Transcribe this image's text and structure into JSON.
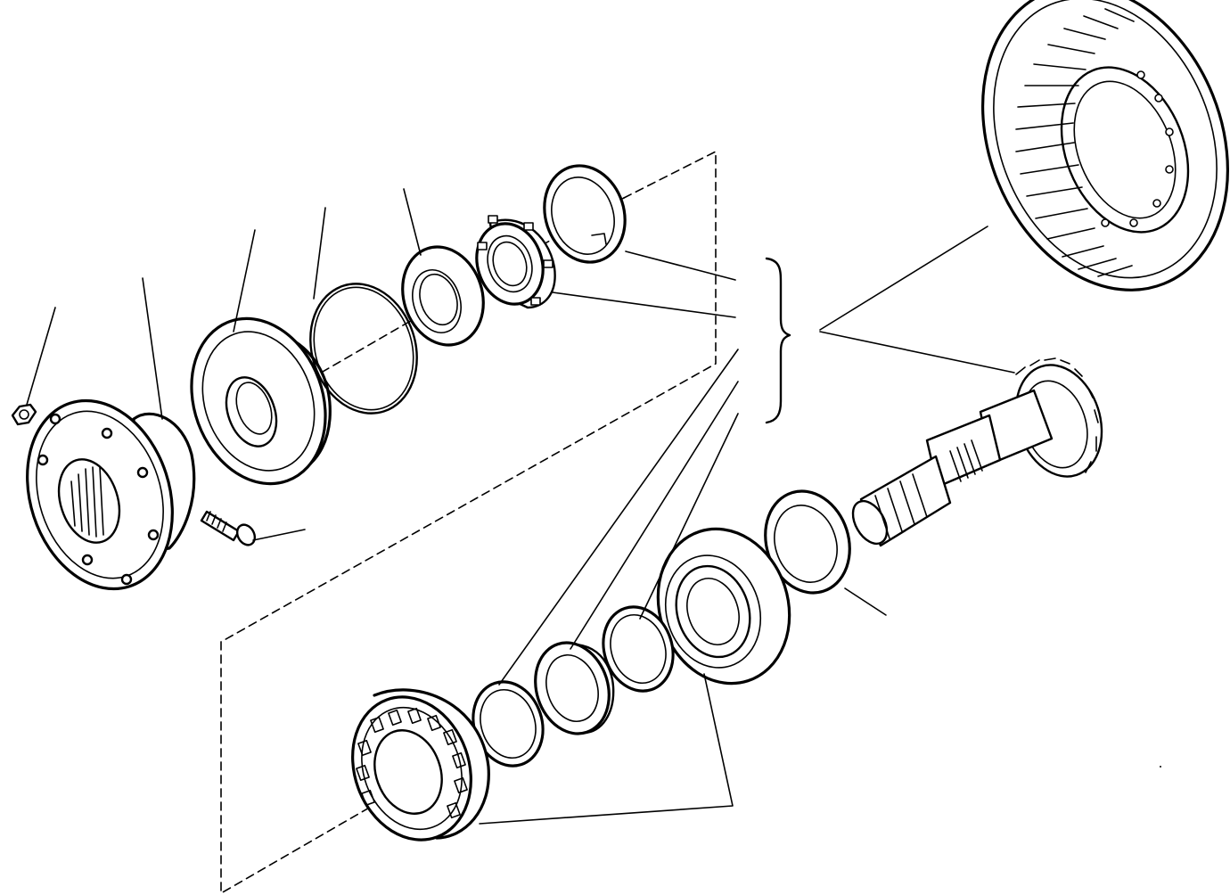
{
  "diagram": {
    "kind": "exploded parts view",
    "parts": [
      {
        "name": "nut",
        "icon": "hex-nut-icon"
      },
      {
        "name": "flange",
        "icon": "flange-icon"
      },
      {
        "name": "bolt",
        "icon": "bolt-icon"
      },
      {
        "name": "bearing-cage",
        "icon": "cage-icon"
      },
      {
        "name": "o-ring",
        "icon": "o-ring-icon"
      },
      {
        "name": "oil-seal",
        "icon": "seal-icon"
      },
      {
        "name": "lock-nut",
        "icon": "slotted-nut-icon"
      },
      {
        "name": "lock-washer",
        "icon": "washer-icon"
      },
      {
        "name": "ring-gear",
        "icon": "bevel-ring-gear-icon"
      },
      {
        "name": "pinion-shaft",
        "icon": "pinion-shaft-icon"
      },
      {
        "name": "shim",
        "icon": "shim-icon"
      },
      {
        "name": "taper-bearing-inner",
        "icon": "bearing-icon"
      },
      {
        "name": "spacer",
        "icon": "ring-icon"
      },
      {
        "name": "collar",
        "icon": "collar-icon"
      },
      {
        "name": "spacer-ring",
        "icon": "ring-icon"
      },
      {
        "name": "taper-bearing-outer",
        "icon": "bearing-icon"
      }
    ],
    "colors": {
      "ink": "#000000",
      "paper": "#ffffff"
    }
  }
}
